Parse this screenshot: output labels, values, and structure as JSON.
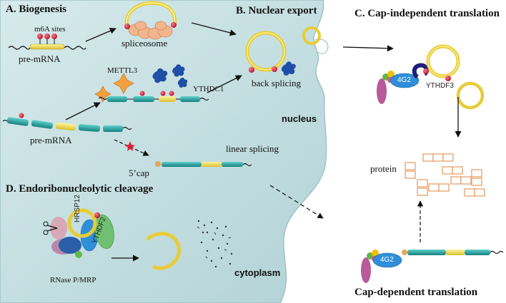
{
  "sections": {
    "a": "A. Biogenesis",
    "b": "B. Nuclear export",
    "c": "C.  Cap-independent translation",
    "d": "D. Endoribonucleolytic cleavage"
  },
  "labels": {
    "m6a_sites": "m6A sites",
    "pre_mrna_top": "pre-mRNA",
    "spliceosome": "spliceosome",
    "mettl3": "METTL3",
    "ythdc1": "YTHDC1",
    "back_splicing": "back splicing",
    "nucleus": "nucleus",
    "pre_mrna_mid": "pre-mRNA",
    "five_cap": "5’cap",
    "linear_splicing": "linear splicing",
    "cytoplasm": "cytoplasm",
    "rnase": "RNase P/MRP",
    "hrsp12": "HRSP12",
    "ythdf2": "YTHDF2",
    "ythdf3": "YTHDF3",
    "eif4g2_top": "4G2",
    "eif4g2_bottom": "4G2",
    "protein": "protein",
    "cap_dependent": "Cap-dependent translation"
  },
  "colors": {
    "nucleus_fill": "#c3dde0",
    "rna_teal": "#2aa7a5",
    "rna_yellow": "#f2de50",
    "circ_yellow": "#f0d640",
    "m6a_red": "#d8233a",
    "mettl3_orange": "#f4a040",
    "ythdc1_blue": "#1f4fa8",
    "eif4g2_blue": "#2f8fd8",
    "protein_outline": "#e6a06a"
  }
}
